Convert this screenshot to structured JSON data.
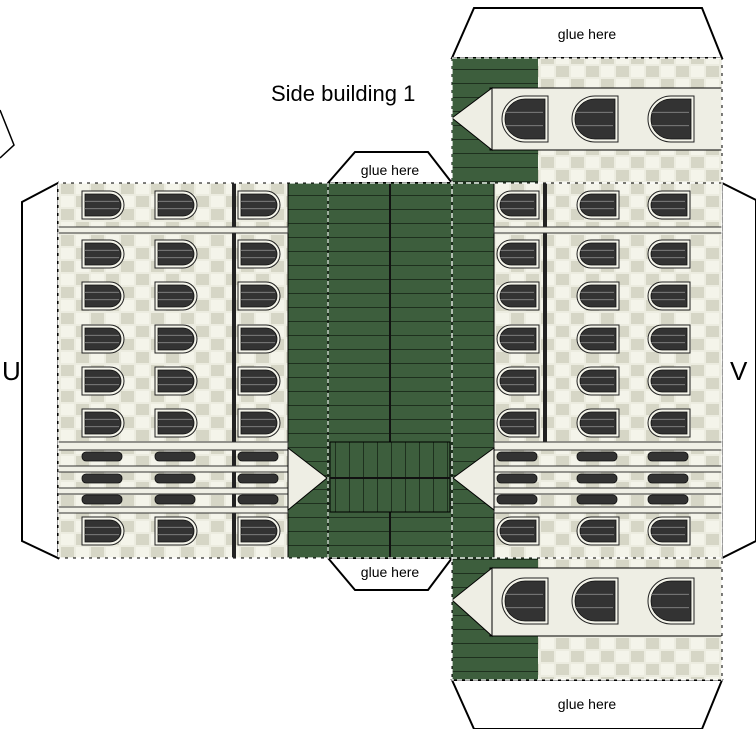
{
  "labels": {
    "glue_top": "glue here",
    "glue_center_top": "glue here",
    "glue_center_bottom": "glue here",
    "glue_bottom": "glue here",
    "side_building": "Side building 1",
    "letter_u": "U",
    "letter_v": "V"
  },
  "colors": {
    "roof_green": "#3d5e3d",
    "wall_light": "#e8e8da",
    "brick_gray": "#cfcfbf",
    "window_dark": "#333333"
  }
}
